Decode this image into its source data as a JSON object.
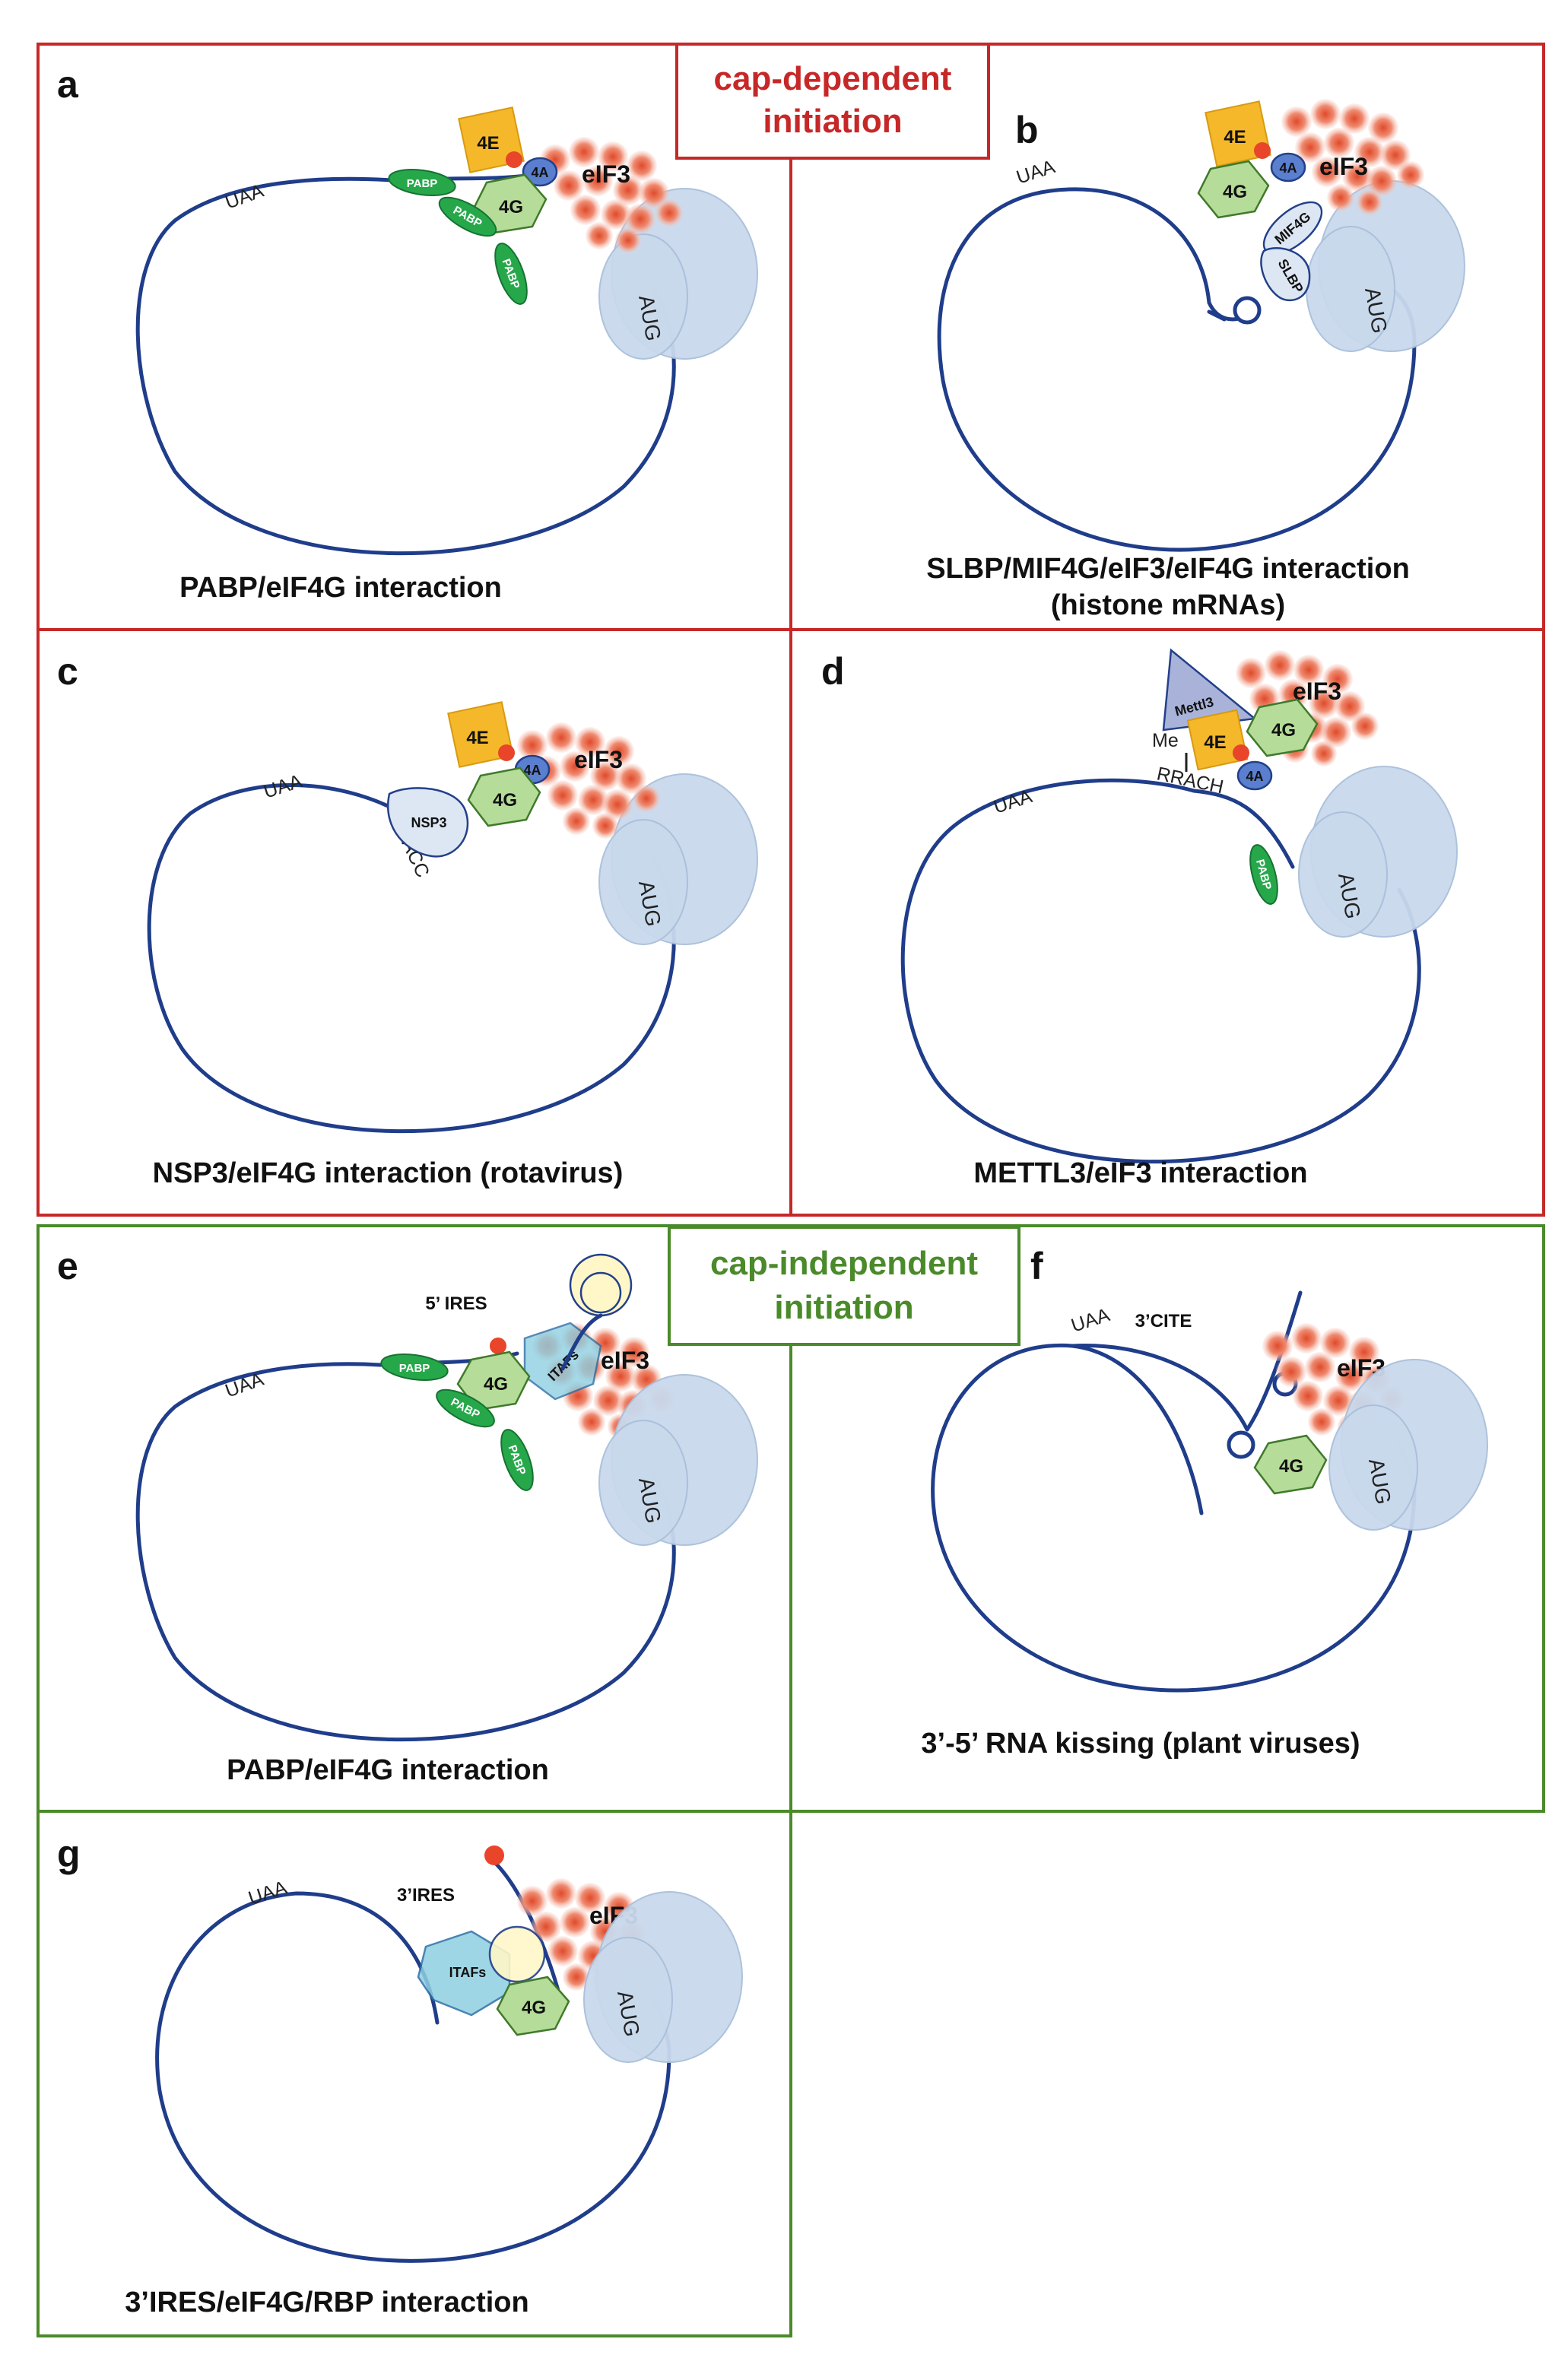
{
  "header_boxes": {
    "dependent": {
      "line1": "cap-dependent",
      "line2": "initiation",
      "color": "#c62828"
    },
    "independent": {
      "line1": "cap-independent",
      "line2": "initiation",
      "color": "#4a8a2a"
    }
  },
  "panels": {
    "a": {
      "letter": "a",
      "caption": "PABP/eIF4G interaction"
    },
    "b": {
      "letter": "b",
      "caption": "SLBP/MIF4G/eIF3/eIF4G interaction",
      "caption2": "(histone mRNAs)"
    },
    "c": {
      "letter": "c",
      "caption": "NSP3/eIF4G interaction (rotavirus)"
    },
    "d": {
      "letter": "d",
      "caption": "METTL3/eIF3 interaction"
    },
    "e": {
      "letter": "e",
      "caption": "PABP/eIF4G interaction"
    },
    "f": {
      "letter": "f",
      "caption": "3’-5’ RNA kissing  (plant viruses)"
    },
    "g": {
      "letter": "g",
      "caption": "3’IRES/eIF4G/RBP interaction"
    }
  },
  "labels": {
    "uaa": "UAA",
    "aug": "AUG",
    "eif3": "eIF3",
    "e4": "4E",
    "g4": "4G",
    "a4": "4A",
    "pabp": "PABP",
    "mif4g": "MIF4G",
    "slbp": "SLBP",
    "nsp3": "NSP3",
    "ugacc": "UGACC",
    "mettl3": "Mettl3",
    "me": "Me",
    "rrach": "RRACH",
    "ires5": "5’ IRES",
    "itaf": "ITAFs",
    "cite3": "3’CITE",
    "ires3": "3’IRES"
  },
  "colors": {
    "red_frame": "#c62828",
    "green_frame": "#4a8a2a",
    "rna": "#1f3d8a",
    "eif3": "#e8745a",
    "ribosome": "#c9d9ec",
    "eif4g": "#b6dc9a",
    "eif4e": "#f5b82a",
    "eif4a": "#5b7fcf",
    "pabp": "#26a84a"
  }
}
